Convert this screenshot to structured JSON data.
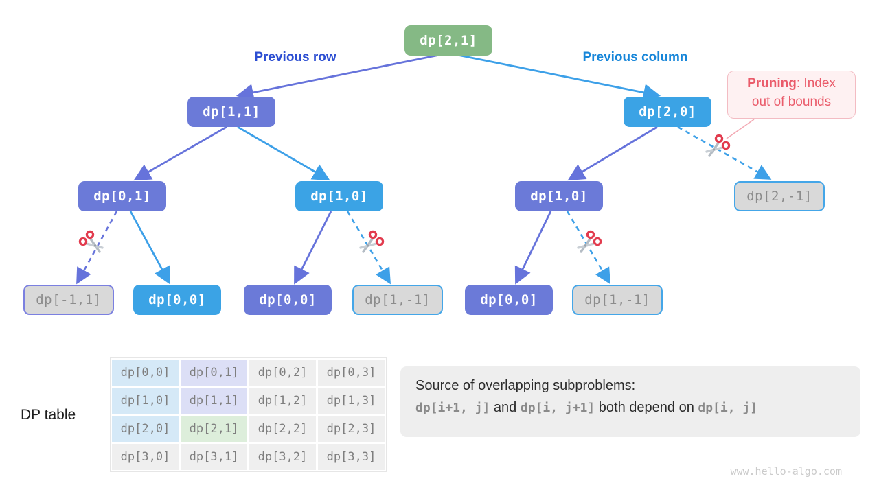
{
  "colors": {
    "root_node": "#85b985",
    "prev_row_node": "#6b7ad8",
    "prev_col_node": "#3ba3e5",
    "pruned_node_bg": "#d9d9d9",
    "row_edge": "#6673db",
    "col_edge": "#3da0e8",
    "pruning_accent": "#ea5b6a",
    "table_blue": "#d5e9f7",
    "table_purple": "#dcdff6",
    "table_green": "#ddeedb"
  },
  "tree": {
    "branch_labels": {
      "left": "Previous row",
      "right": "Previous column"
    },
    "nodes": [
      {
        "label": "dp[2,1]",
        "type": "root"
      },
      {
        "label": "dp[1,1]",
        "type": "row"
      },
      {
        "label": "dp[2,0]",
        "type": "col"
      },
      {
        "label": "dp[0,1]",
        "type": "row"
      },
      {
        "label": "dp[1,0]",
        "type": "col"
      },
      {
        "label": "dp[1,0]",
        "type": "row"
      },
      {
        "label": "dp[2,-1]",
        "type": "pruned-col"
      },
      {
        "label": "dp[-1,1]",
        "type": "pruned-row"
      },
      {
        "label": "dp[0,0]",
        "type": "col"
      },
      {
        "label": "dp[0,0]",
        "type": "row"
      },
      {
        "label": "dp[1,-1]",
        "type": "pruned-col"
      },
      {
        "label": "dp[0,0]",
        "type": "row"
      },
      {
        "label": "dp[1,-1]",
        "type": "pruned-col"
      }
    ],
    "pruning_note": {
      "bold": "Pruning",
      "rest": ": Index",
      "line2": "out of bounds"
    }
  },
  "dp_table": {
    "caption": "DP table",
    "cells": [
      [
        "dp[0,0]",
        "dp[0,1]",
        "dp[0,2]",
        "dp[0,3]"
      ],
      [
        "dp[1,0]",
        "dp[1,1]",
        "dp[1,2]",
        "dp[1,3]"
      ],
      [
        "dp[2,0]",
        "dp[2,1]",
        "dp[2,2]",
        "dp[2,3]"
      ],
      [
        "dp[3,0]",
        "dp[3,1]",
        "dp[3,2]",
        "dp[3,3]"
      ]
    ],
    "highlights": {
      "blue": [
        "0,0",
        "1,0",
        "2,0"
      ],
      "purple": [
        "0,1",
        "1,1"
      ],
      "green": [
        "2,1"
      ]
    }
  },
  "note": {
    "line1": "Source of overlapping subproblems:",
    "seg_a": "dp[i+1, j]",
    "seg_b": " and ",
    "seg_c": "dp[i, j+1]",
    "seg_d": " both depend on ",
    "seg_e": "dp[i, j]"
  },
  "watermark": "www.hello-algo.com"
}
